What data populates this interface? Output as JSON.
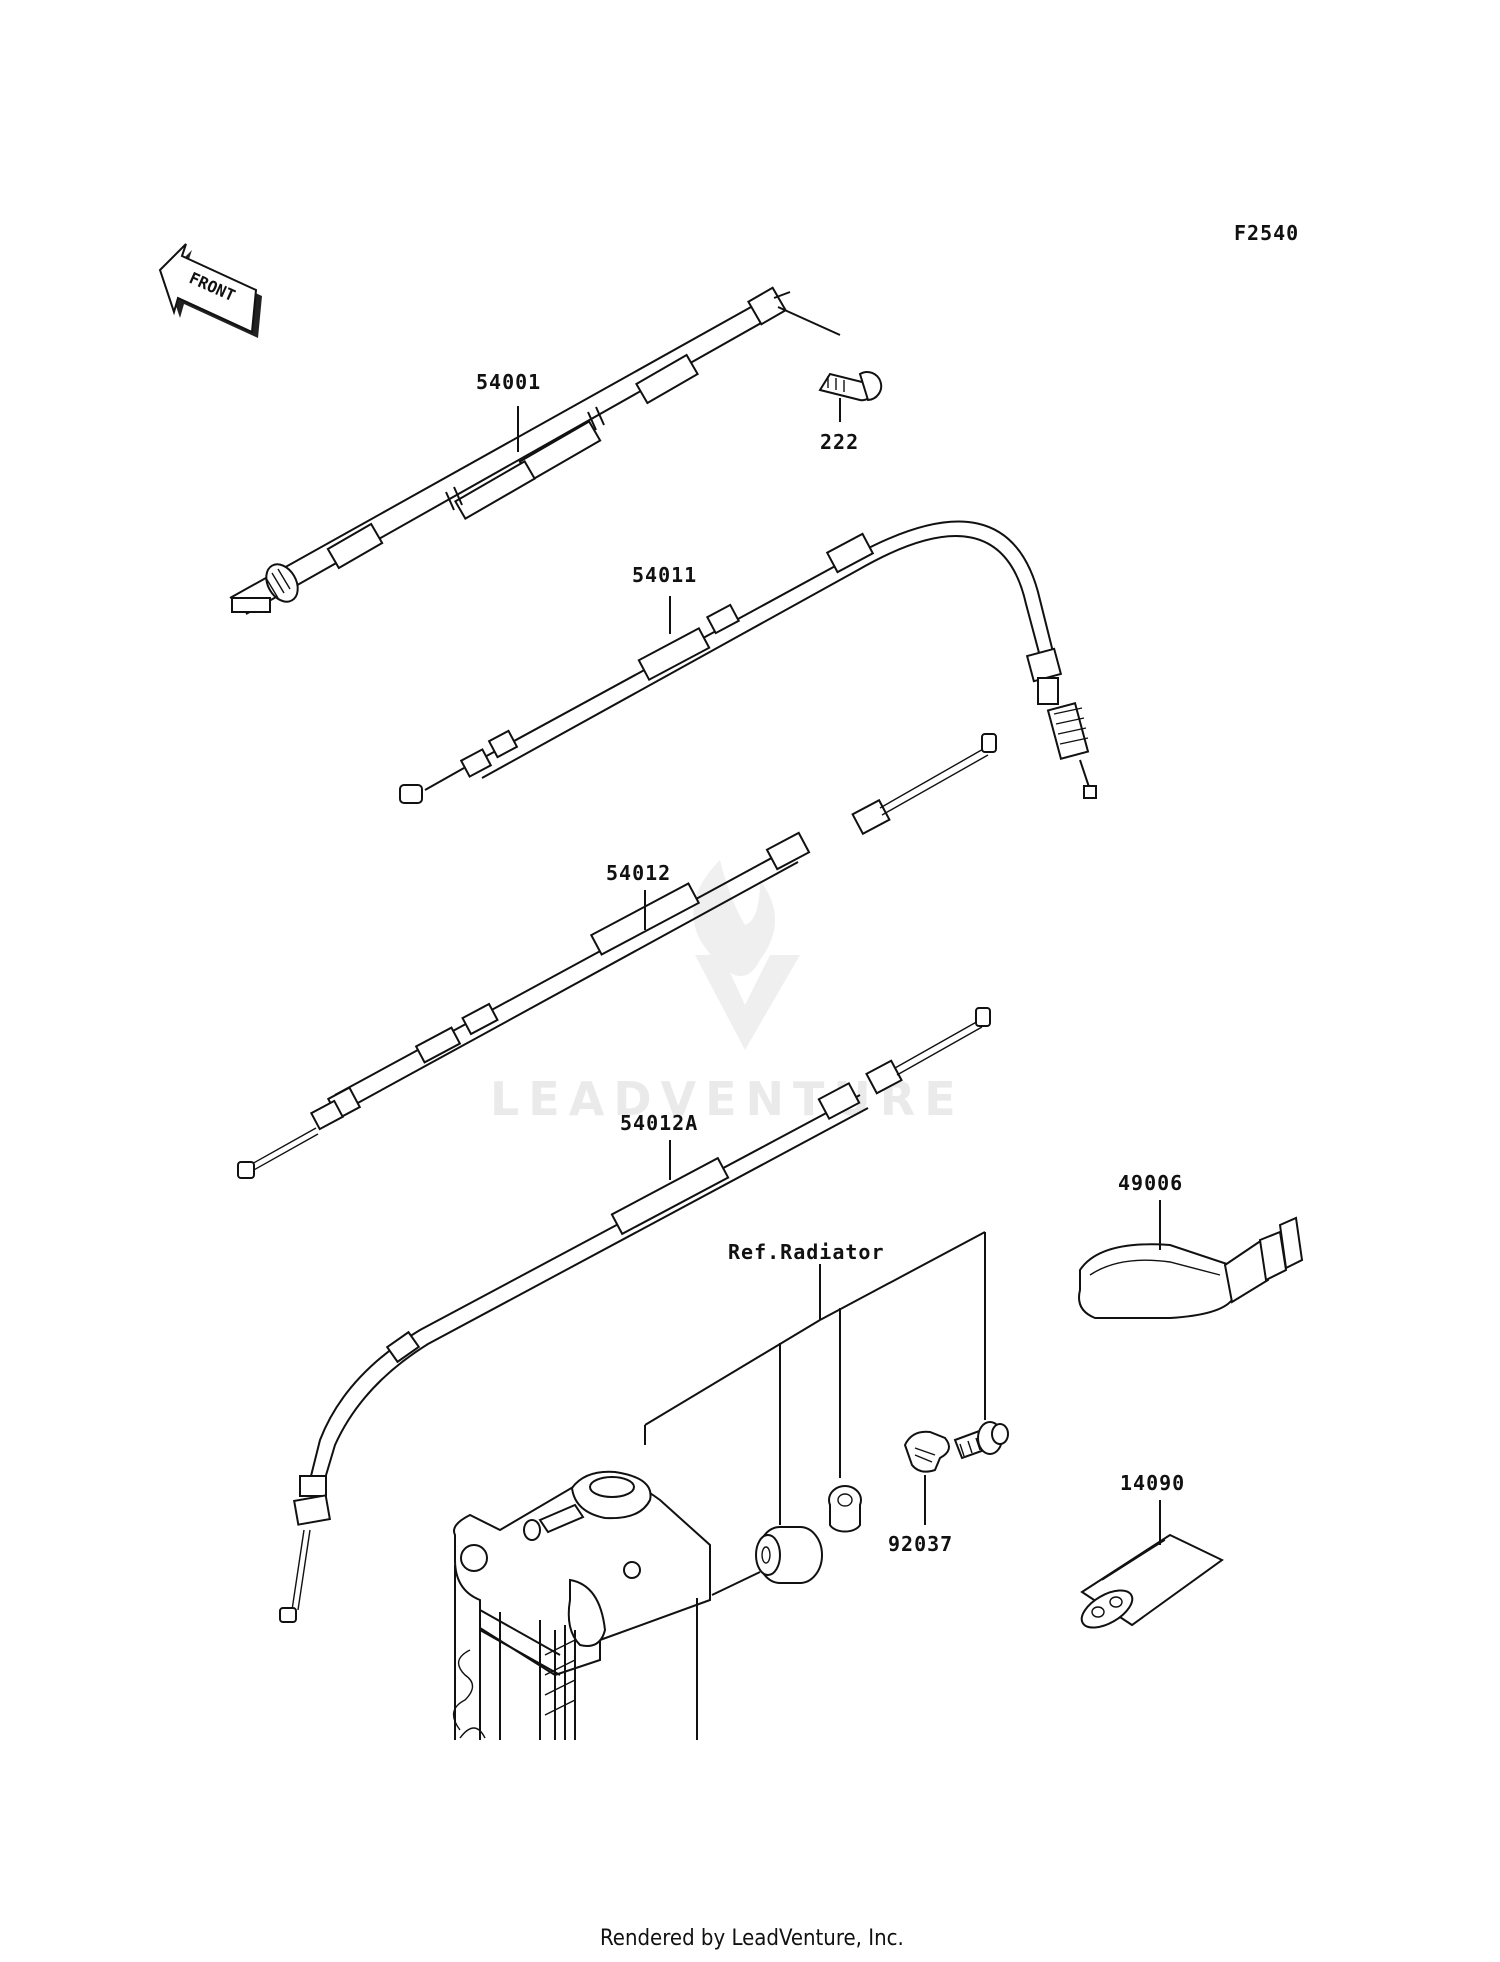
{
  "diagram": {
    "figure_code": "F2540",
    "front_label": "FRONT",
    "watermark": "LEADVENTURE",
    "footer": "Rendered by LeadVenture, Inc.",
    "ref_label": "Ref.Radiator",
    "parts": {
      "p54001": "54001",
      "p222": "222",
      "p54011": "54011",
      "p54012": "54012",
      "p54012A": "54012A",
      "p49006": "49006",
      "p14090": "14090",
      "p92037": "92037"
    }
  }
}
